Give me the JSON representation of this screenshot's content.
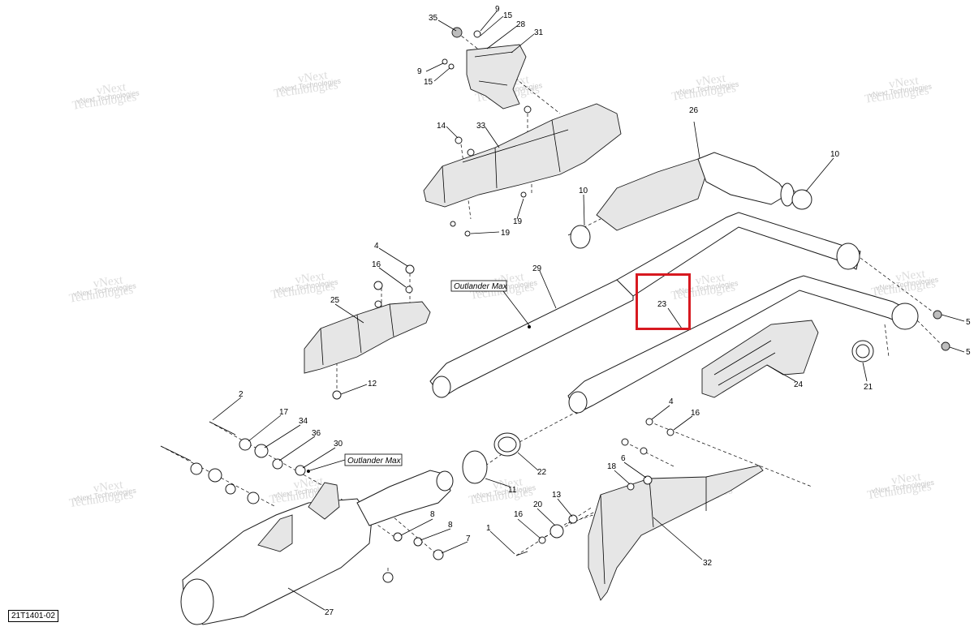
{
  "document": {
    "code": "21T1401-02"
  },
  "watermark": {
    "line1": "vNext",
    "line2": "Technologies",
    "full": "vNext Technologies"
  },
  "variant_tags": [
    "Outlander Max",
    "Outlander Max"
  ],
  "highlight": {
    "callout": "23",
    "color": "#d71920"
  },
  "callouts": [
    "35",
    "9",
    "15",
    "28",
    "31",
    "9",
    "15",
    "14",
    "33",
    "26",
    "10",
    "10",
    "19",
    "19",
    "4",
    "16",
    "29",
    "25",
    "23",
    "12",
    "24",
    "21",
    "5",
    "5",
    "2",
    "17",
    "34",
    "36",
    "30",
    "4",
    "16",
    "6",
    "18",
    "22",
    "11",
    "13",
    "8",
    "8",
    "7",
    "16",
    "20",
    "1",
    "27",
    "32"
  ]
}
